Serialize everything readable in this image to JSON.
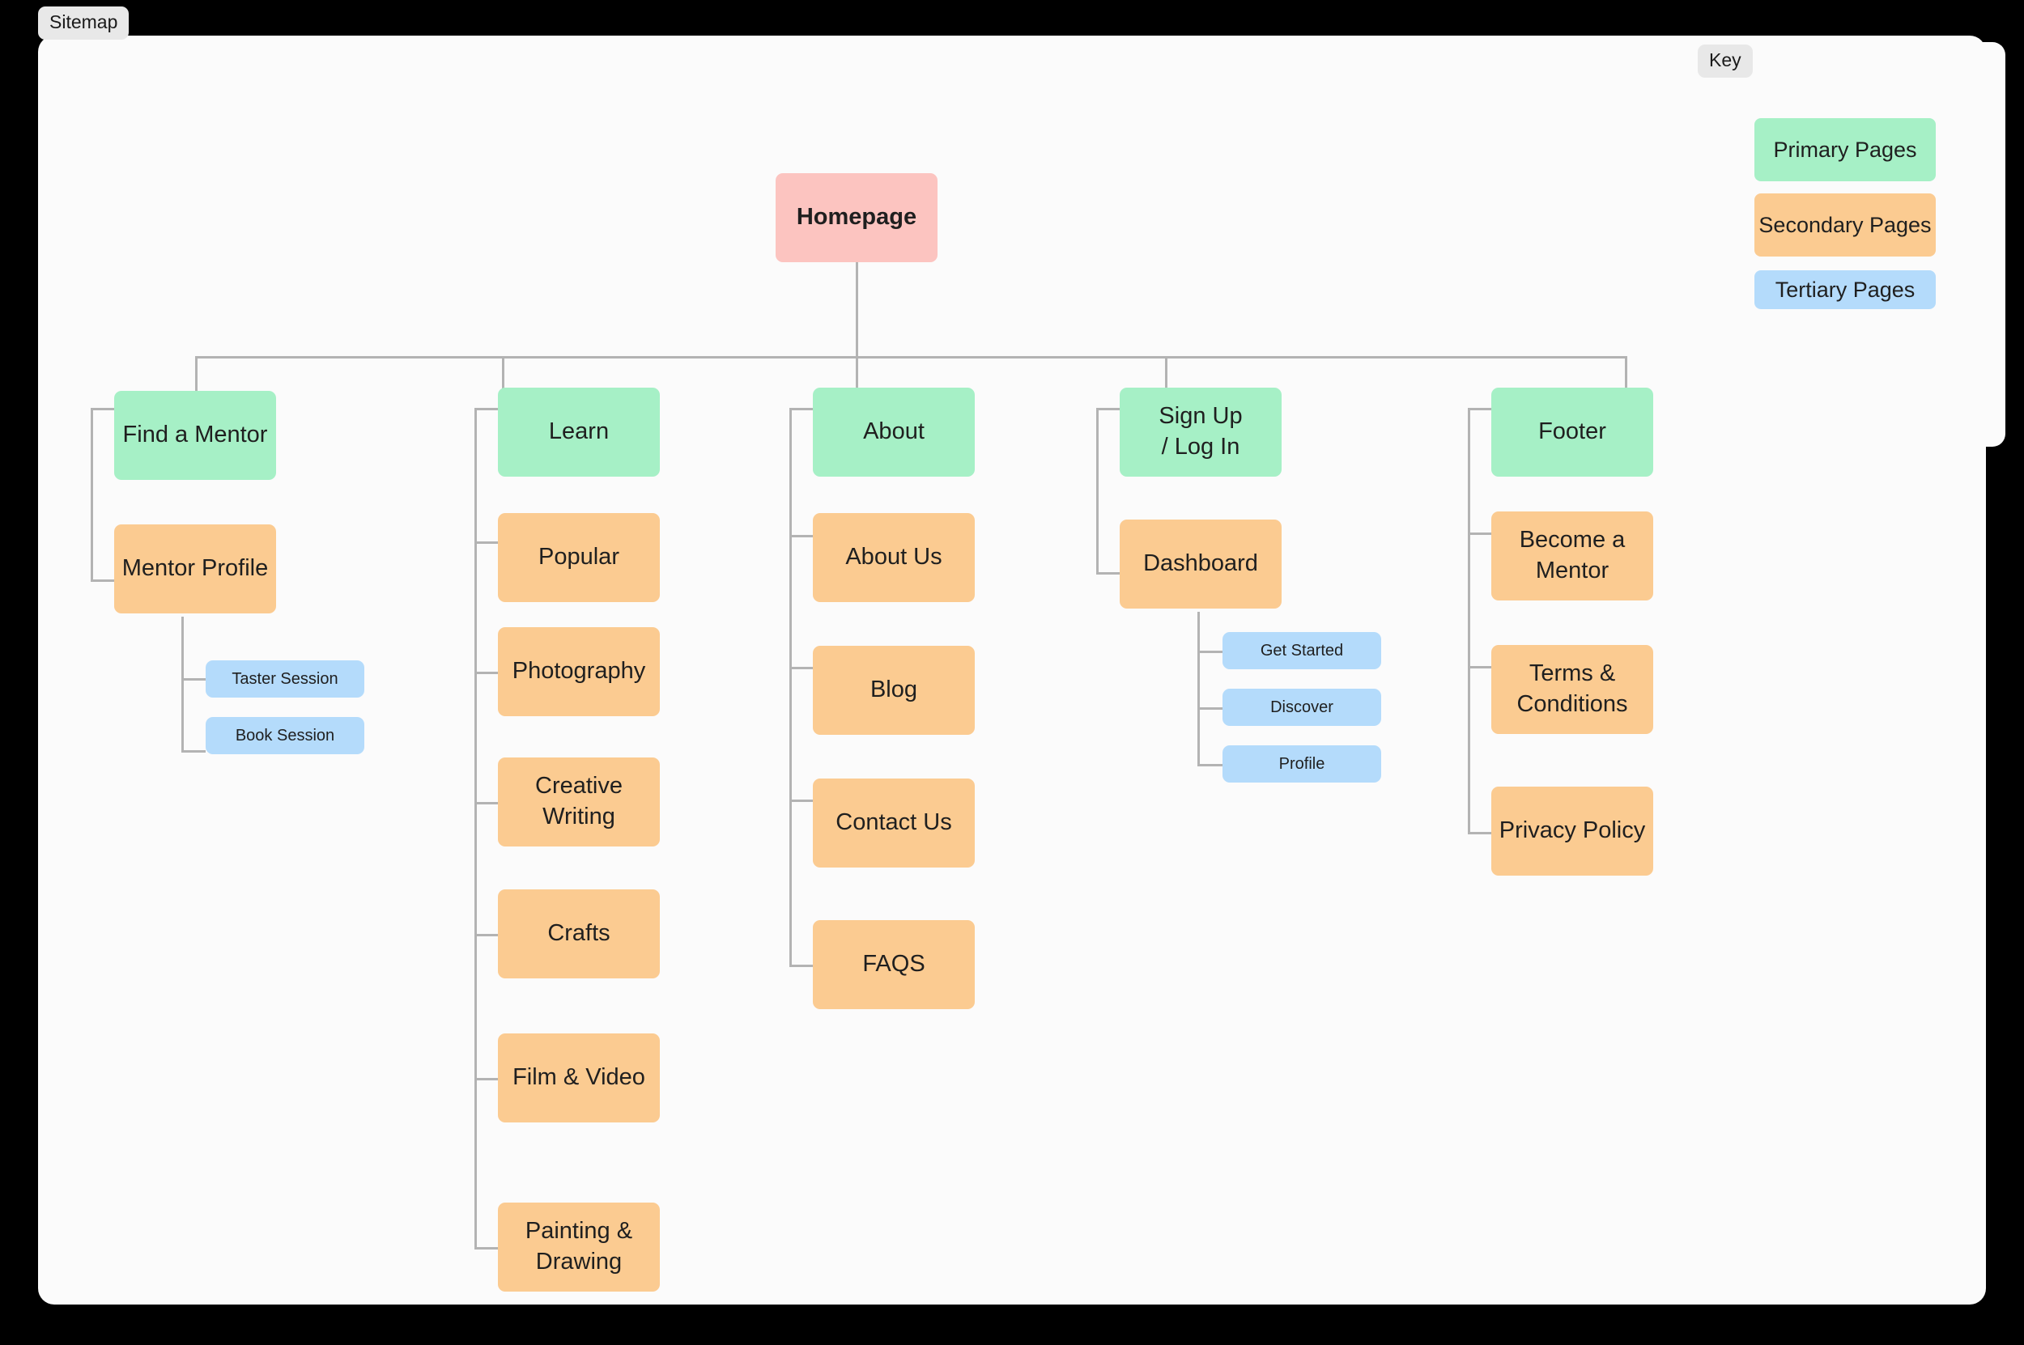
{
  "frame": {
    "title": "Sitemap",
    "key_title": "Key",
    "background": "#000000",
    "canvas_bg": "#fbfbfb",
    "connector_color": "#b3b3b3"
  },
  "colors": {
    "root": "#fcc4c0",
    "primary": "#a6f0c6",
    "secondary": "#fbcb91",
    "tertiary": "#b4dbfb",
    "text": "#1f1f1f"
  },
  "legend": {
    "items": [
      {
        "label": "Primary Pages",
        "color": "#a6f0c6",
        "level": "primary"
      },
      {
        "label": "Secondary Pages",
        "color": "#fbcb91",
        "level": "secondary"
      },
      {
        "label": "Tertiary Pages",
        "color": "#b4dbfb",
        "level": "tertiary"
      }
    ]
  },
  "sitemap": {
    "root": {
      "label": "Homepage",
      "level": "root"
    },
    "branches": [
      {
        "parent": {
          "label": "Find a Mentor",
          "level": "primary"
        },
        "children": [
          {
            "label": "Mentor Profile",
            "level": "secondary",
            "children": [
              {
                "label": "Taster Session",
                "level": "tertiary"
              },
              {
                "label": "Book Session",
                "level": "tertiary"
              }
            ]
          }
        ]
      },
      {
        "parent": {
          "label": "Learn",
          "level": "primary"
        },
        "children": [
          {
            "label": "Popular",
            "level": "secondary"
          },
          {
            "label": "Photography",
            "level": "secondary"
          },
          {
            "label": "Creative\nWriting",
            "level": "secondary"
          },
          {
            "label": "Crafts",
            "level": "secondary"
          },
          {
            "label": "Film & Video",
            "level": "secondary"
          },
          {
            "label": "Painting &\nDrawing",
            "level": "secondary"
          }
        ]
      },
      {
        "parent": {
          "label": "About",
          "level": "primary"
        },
        "children": [
          {
            "label": "About Us",
            "level": "secondary"
          },
          {
            "label": "Blog",
            "level": "secondary"
          },
          {
            "label": "Contact Us",
            "level": "secondary"
          },
          {
            "label": "FAQS",
            "level": "secondary"
          }
        ]
      },
      {
        "parent": {
          "label": "Sign Up\n/ Log In",
          "level": "primary"
        },
        "children": [
          {
            "label": "Dashboard",
            "level": "secondary",
            "children": [
              {
                "label": "Get Started",
                "level": "tertiary"
              },
              {
                "label": "Discover",
                "level": "tertiary"
              },
              {
                "label": "Profile",
                "level": "tertiary"
              }
            ]
          }
        ]
      },
      {
        "parent": {
          "label": "Footer",
          "level": "primary"
        },
        "children": [
          {
            "label": "Become a\nMentor",
            "level": "secondary"
          },
          {
            "label": "Terms &\nConditions",
            "level": "secondary"
          },
          {
            "label": "Privacy Policy",
            "level": "secondary"
          }
        ]
      }
    ]
  }
}
